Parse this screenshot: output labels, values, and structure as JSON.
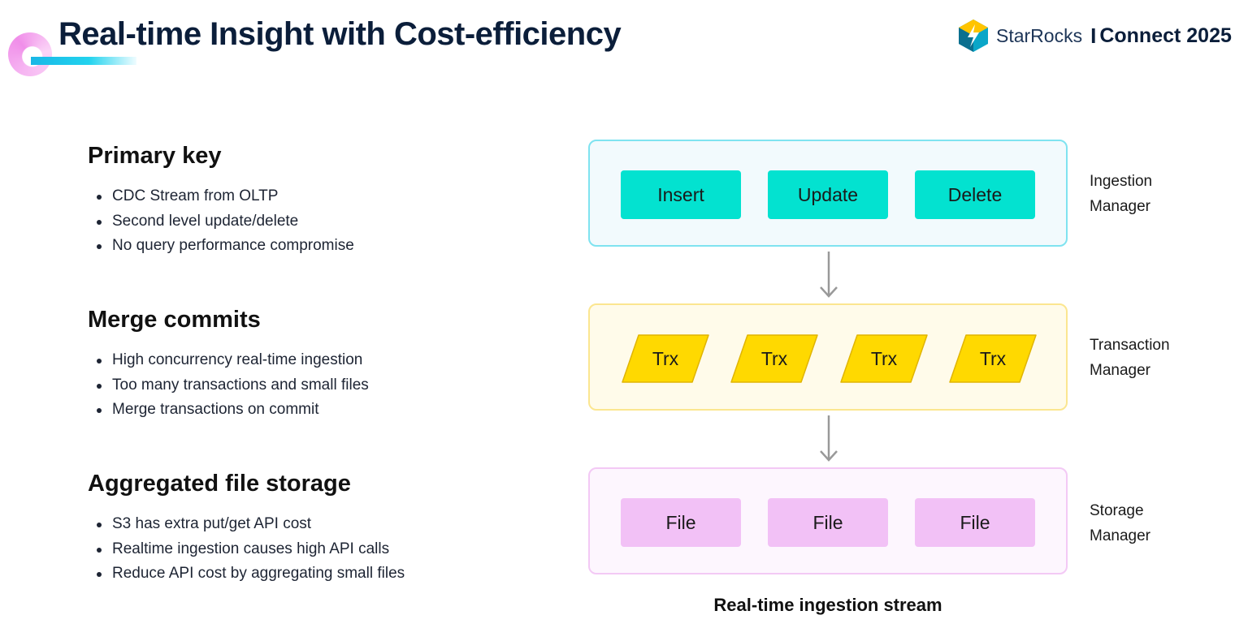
{
  "header": {
    "title": "Real-time Insight with Cost-efficiency",
    "brand_name": "StarRocks",
    "brand_separator": "I",
    "event": "Connect 2025",
    "accent_colors": [
      "#19b7e6",
      "#f08ee9"
    ]
  },
  "sections": [
    {
      "heading": "Primary key",
      "bullets": [
        "CDC Stream from OLTP",
        "Second level update/delete",
        "No query performance compromise"
      ]
    },
    {
      "heading": "Merge commits",
      "bullets": [
        "High concurrency real-time ingestion",
        "Too many transactions and small files",
        "Merge transactions on commit"
      ]
    },
    {
      "heading": "Aggregated file storage",
      "bullets": [
        "S3 has extra put/get API cost",
        "Realtime ingestion causes high API calls",
        "Reduce  API cost by aggregating small files"
      ]
    }
  ],
  "diagram": {
    "ingestion": {
      "label_line1": "Ingestion",
      "label_line2": "Manager",
      "items": [
        "Insert",
        "Update",
        "Delete"
      ],
      "color": "#03e2d0"
    },
    "transaction": {
      "label_line1": "Transaction",
      "label_line2": "Manager",
      "items": [
        "Trx",
        "Trx",
        "Trx",
        "Trx"
      ],
      "color": "#ffd900"
    },
    "storage": {
      "label_line1": "Storage",
      "label_line2": "Manager",
      "items": [
        "File",
        "File",
        "File"
      ],
      "color": "#f2c1f6"
    },
    "caption": "Real-time ingestion stream"
  }
}
